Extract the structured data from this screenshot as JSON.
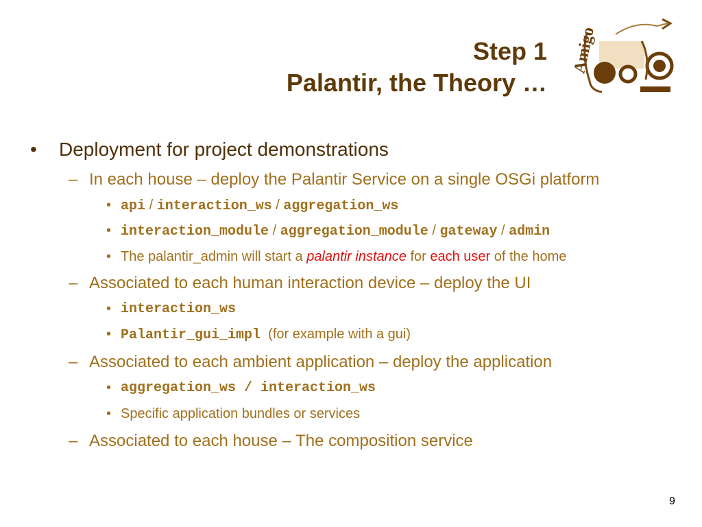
{
  "title": {
    "line1": "Step 1",
    "line2": "Palantir, the Theory …"
  },
  "logo": {
    "text": "Amigo"
  },
  "bullets": {
    "l1_marker": "•",
    "l2_marker": "–",
    "l3_marker": "•",
    "b1": "Deployment for project demonstrations",
    "b1_1": "In each house – deploy the Palantir Service on a single OSGi platform",
    "b1_1_1": {
      "a": "api",
      "sep1": " / ",
      "b": "interaction_ws",
      "sep2": " / ",
      "c": "aggregation_ws"
    },
    "b1_1_2": {
      "a": "interaction_module",
      "sep1": " / ",
      "b": "aggregation_module",
      "sep2": " / ",
      "c": "gateway",
      "sep3": " / ",
      "d": "admin"
    },
    "b1_1_3": {
      "pre": "The palantir_admin will start a ",
      "em": "palantir instance",
      "mid": " for ",
      "red": "each user",
      "post": " of the home"
    },
    "b1_2": "Associated to each human interaction device – deploy the UI",
    "b1_2_1": "interaction_ws",
    "b1_2_2": {
      "code": "Palantir_gui_impl",
      "text": "  (for example with a gui)"
    },
    "b1_3": "Associated to each ambient application – deploy the application",
    "b1_3_1": "aggregation_ws / interaction_ws",
    "b1_3_2": "Specific application bundles or services",
    "b1_4": "Associated to each house – The composition service"
  },
  "page_number": "9"
}
